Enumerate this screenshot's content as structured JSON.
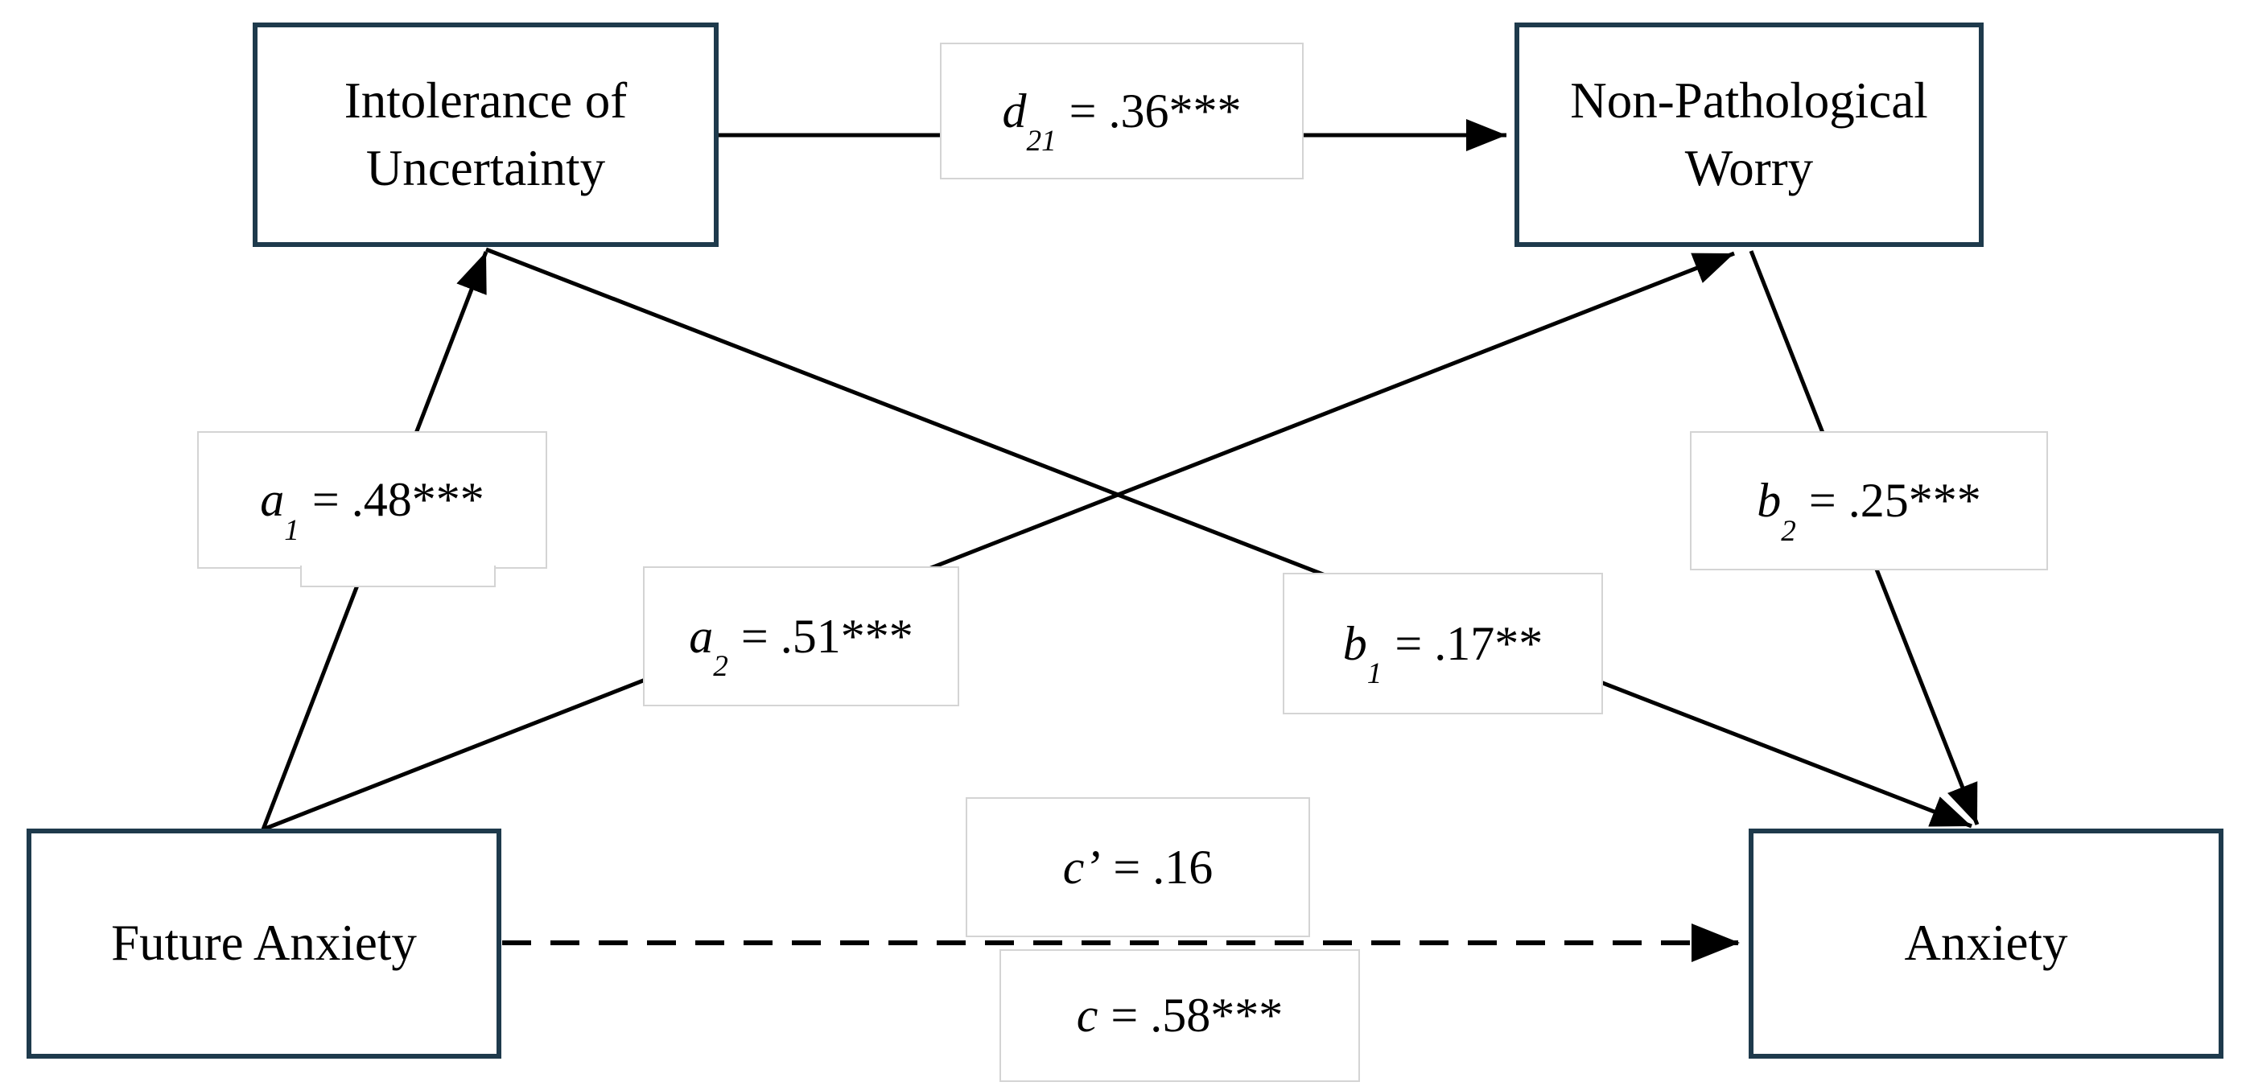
{
  "diagram": {
    "type": "path-model",
    "nodes": {
      "iu": {
        "label": "Intolerance of Uncertainty"
      },
      "npw": {
        "label": "Non-Pathological Worry"
      },
      "fa": {
        "label": "Future Anxiety"
      },
      "anx": {
        "label": "Anxiety"
      }
    },
    "paths": {
      "d21": {
        "var": "d",
        "sub": "21",
        "eq": "= .36***",
        "from": "iu",
        "to": "npw",
        "style": "solid"
      },
      "a1": {
        "var": "a",
        "sub": "1",
        "eq": "= .48***",
        "from": "fa",
        "to": "iu",
        "style": "solid"
      },
      "a2": {
        "var": "a",
        "sub": "2",
        "eq": "= .51***",
        "from": "fa",
        "to": "npw",
        "style": "solid"
      },
      "b1": {
        "var": "b",
        "sub": "1",
        "eq": "= .17**",
        "from": "iu",
        "to": "anx",
        "style": "solid"
      },
      "b2": {
        "var": "b",
        "sub": "2",
        "eq": "= .25***",
        "from": "npw",
        "to": "anx",
        "style": "solid"
      },
      "c_prime": {
        "var": "c’",
        "sub": "",
        "eq": "= .16",
        "from": "fa",
        "to": "anx",
        "style": "dashed"
      },
      "c": {
        "var": "c",
        "sub": "",
        "eq": "= .58***",
        "from": "fa",
        "to": "anx",
        "style": "total-effect"
      }
    },
    "colors": {
      "node_border": "#1e3a4c",
      "label_border": "#d4d4d4",
      "line": "#000000",
      "background": "#ffffff"
    }
  }
}
